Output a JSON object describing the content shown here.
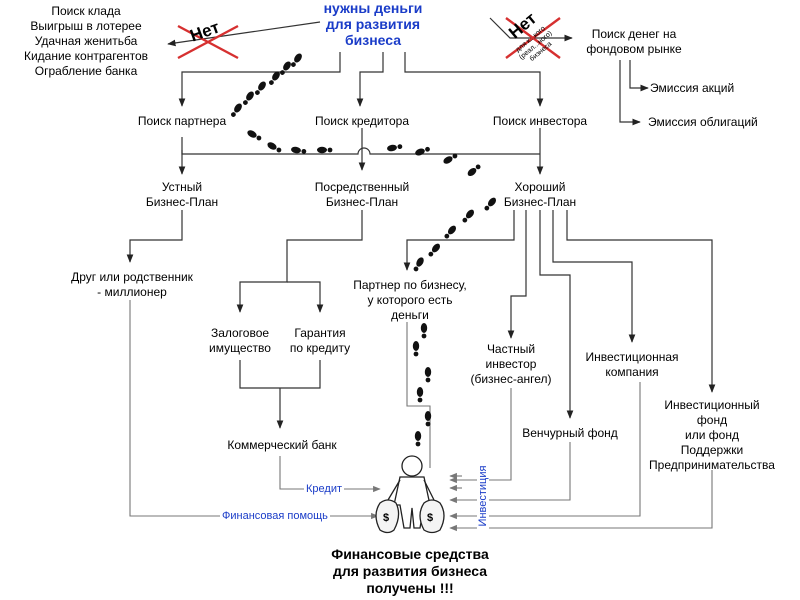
{
  "title": [
    "нужны деньги",
    "для развития",
    "бизнеса"
  ],
  "no_label": "Нет",
  "left_reasons": [
    "Поиск клада",
    "Выигрыш в лотерее",
    "Удачная женитьба",
    "Кидание контрагентов",
    "Ограбление банка"
  ],
  "right_note_lines": [
    "для к...кого",
    "(реал...ного)",
    "бизнеса"
  ],
  "stock_market": [
    "Поиск денег на",
    "фондовом рынке"
  ],
  "share_issue": "Эмиссия акций",
  "bond_issue": "Эмиссия облигаций",
  "search_partner": "Поиск партнера",
  "search_creditor": "Поиск кредитора",
  "search_investor": "Поиск инвестора",
  "oral_plan": [
    "Устный",
    "Бизнес-План"
  ],
  "mediocre_plan": [
    "Посредственный",
    "Бизнес-План"
  ],
  "good_plan": [
    "Хороший",
    "Бизнес-План"
  ],
  "friend": [
    "Друг или родственник",
    "- миллионер"
  ],
  "partner_money": [
    "Партнер по бизнесу,",
    "у которого есть",
    "деньги"
  ],
  "collateral": [
    "Залоговое",
    "имущество"
  ],
  "guarantee": [
    "Гарантия",
    "по кредиту"
  ],
  "private_investor": [
    "Частный",
    "инвестор",
    "(бизнес-ангел)"
  ],
  "investment_company": [
    "Инвестиционная",
    "компания"
  ],
  "venture_fund": "Венчурный фонд",
  "investment_fund": [
    "Инвестиционный",
    "фонд",
    "или фонд",
    "Поддержки",
    "Предпринимательства"
  ],
  "commercial_bank": "Коммерческий банк",
  "credit_label": "Кредит",
  "financial_help_label": "Финансовая помощь",
  "investment_label": "Инвестиция",
  "money_symbol": "$",
  "final": [
    "Финансовые средства",
    "для развития бизнеса",
    "получены !!!"
  ],
  "colors": {
    "title_blue": "#1a3cc8",
    "line": "#333333",
    "cross_red": "#d63030"
  }
}
